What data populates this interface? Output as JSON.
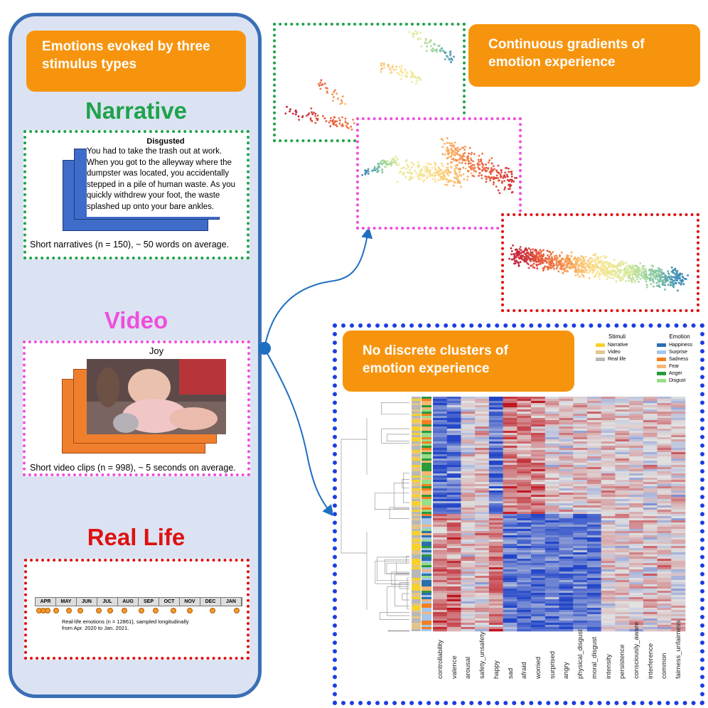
{
  "left_header": "Emotions evoked by three stimulus types",
  "narrative": {
    "title": "Narrative",
    "emotion": "Disgusted",
    "story": "You had to take the trash out at work. When you got to the alleyway where the dumpster was located, you accidentally stepped in a pile of human waste. As you quickly withdrew your foot, the waste splashed up onto your bare ankles.",
    "caption": "Short narratives (n = 150), ~ 50 words on average."
  },
  "video": {
    "title": "Video",
    "emotion": "Joy",
    "caption": "Short video clips (n = 998), ~ 5 seconds on average."
  },
  "real_life": {
    "title": "Real Life",
    "months": [
      "APR",
      "MAY",
      "JUN",
      "JUL",
      "AUG",
      "SEP",
      "OCT",
      "NOV",
      "DEC",
      "JAN"
    ],
    "caption_line1": "Real-life emotions (n = 12861), sampled longitudinally",
    "caption_line2": "from Apr. 2020 to Jan. 2021."
  },
  "gradients_label": "Continuous gradients of emotion experience",
  "clusters_label": "No discrete clusters of emotion experience",
  "legend": {
    "stimuli_title": "Stimuli",
    "stimuli": [
      {
        "label": "Narrative",
        "color": "#f7d22e"
      },
      {
        "label": "Video",
        "color": "#e3c58a"
      },
      {
        "label": "Real life",
        "color": "#b8b8b8"
      }
    ],
    "emotion_title": "Emotion",
    "emotions": [
      {
        "label": "Happiness",
        "color": "#2b6fae"
      },
      {
        "label": "Surprise",
        "color": "#a6c5e8"
      },
      {
        "label": "Sadness",
        "color": "#f57e20"
      },
      {
        "label": "Fear",
        "color": "#f9b574"
      },
      {
        "label": "Anger",
        "color": "#2a9a3a"
      },
      {
        "label": "Disgust",
        "color": "#98dd88"
      }
    ]
  },
  "heatmap_columns": [
    "controllability",
    "valence",
    "arousal",
    "safety_unsafety",
    "happy",
    "sad",
    "afraid",
    "worried",
    "surprised",
    "angry",
    "physical_disgust",
    "moral_disgust",
    "intensity",
    "persistence",
    "consciously_aware",
    "interference",
    "common",
    "fairness_unfairness"
  ],
  "colors": {
    "frame_blue": "#3b6fb6",
    "orange": "#f7940e",
    "narrative_green": "#1fa24a",
    "video_pink": "#ee4fdc",
    "real_red": "#e01010",
    "heatmap_blue": "#1b3ee0"
  }
}
